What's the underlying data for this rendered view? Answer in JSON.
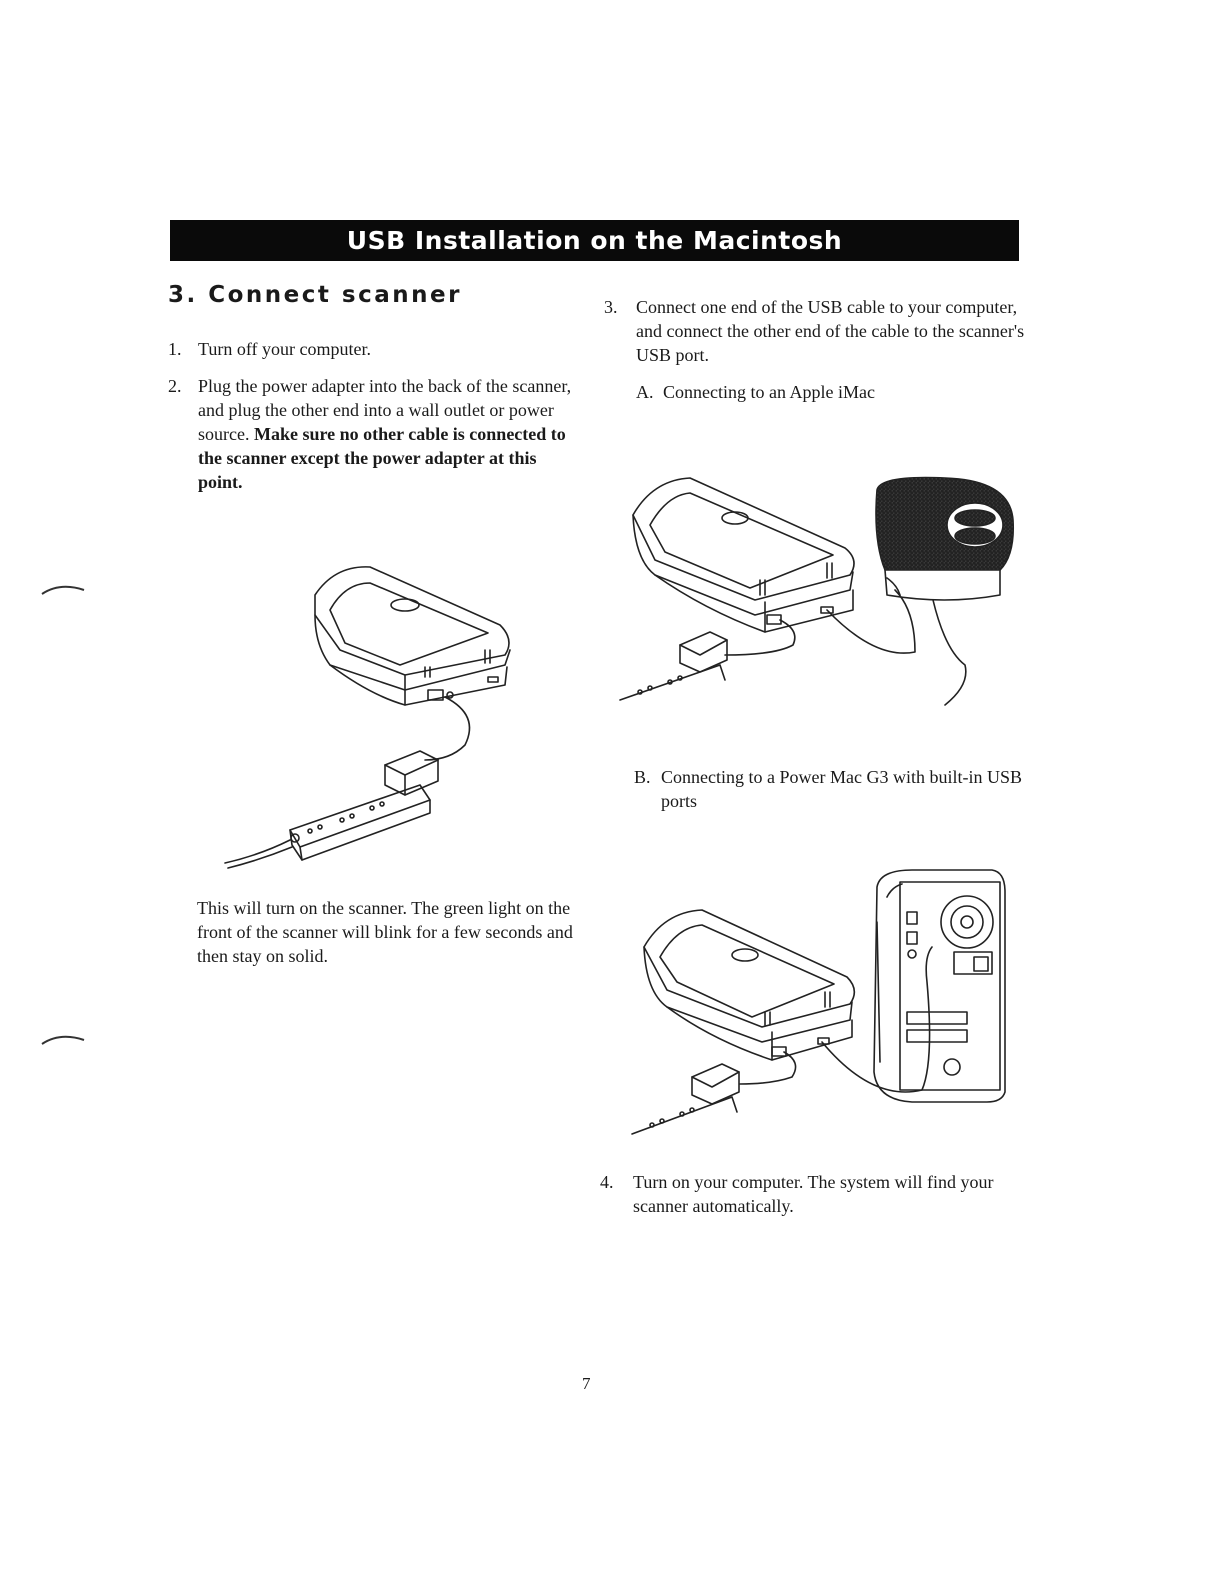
{
  "banner": "USB Installation on the Macintosh",
  "section_title": "3. Connect scanner",
  "steps_left": [
    {
      "num": "1.",
      "text": "Turn off your computer."
    },
    {
      "num": "2.",
      "text": "Plug the power adapter into the back of the scanner, and plug the other end into a wall outlet or power source.",
      "bold": "Make sure no other cable is connected to the scanner except the power adapter at this point."
    }
  ],
  "note_left": "This will turn on the scanner. The green light on the front of the scanner will blink for a few seconds and then stay on solid.",
  "step3": {
    "num": "3.",
    "text": "Connect one end of the USB cable to your computer, and connect the other end of the cable to the scanner's USB port."
  },
  "option_a": {
    "num": "A.",
    "text": "Connecting to an Apple iMac"
  },
  "option_b": {
    "num": "B.",
    "text": "Connecting to a Power Mac G3 with built-in USB ports"
  },
  "step4": {
    "num": "4.",
    "text": "Turn on your computer. The system will find your scanner automatically."
  },
  "page_number": "7"
}
